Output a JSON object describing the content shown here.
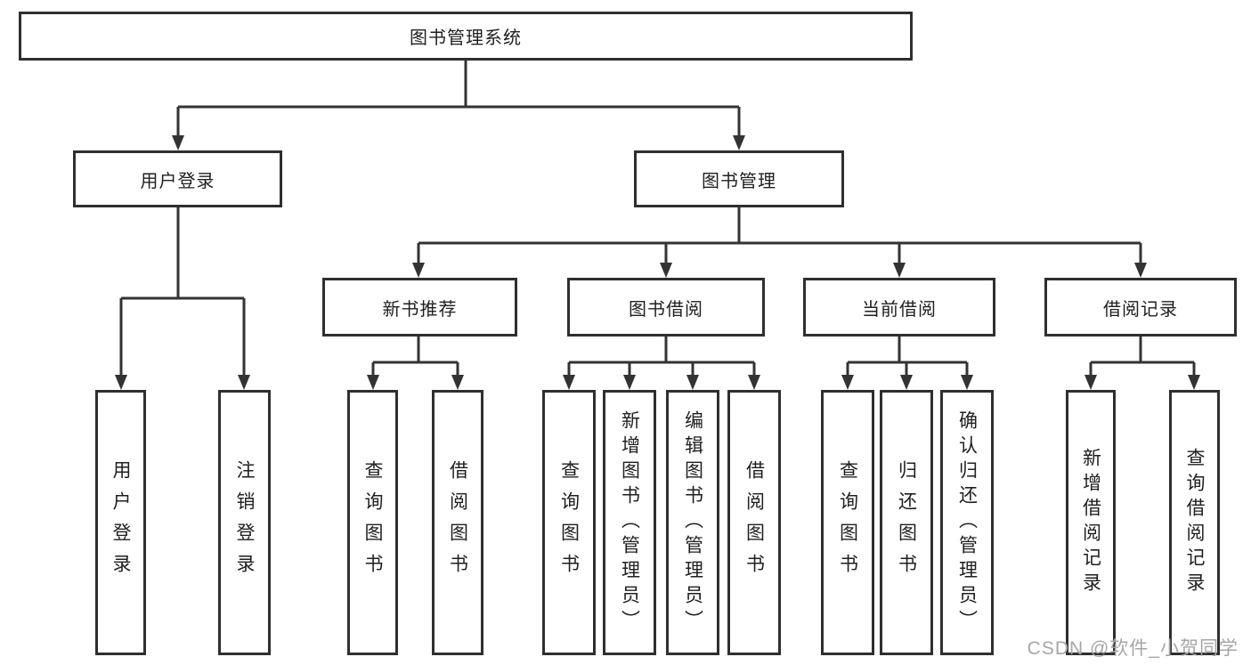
{
  "diagram": {
    "root": {
      "label": "图书管理系统"
    },
    "level2": [
      {
        "label": "用户登录"
      },
      {
        "label": "图书管理"
      }
    ],
    "level3": [
      {
        "label": "新书推荐"
      },
      {
        "label": "图书借阅"
      },
      {
        "label": "当前借阅"
      },
      {
        "label": "借阅记录"
      }
    ],
    "leaves": {
      "user_login": [
        "用户登录",
        "注销登录"
      ],
      "new_book": [
        "查询图书",
        "借阅图书"
      ],
      "book_borrow": [
        "查询图书",
        "新增图书（管理员）",
        "编辑图书（管理员）",
        "借阅图书"
      ],
      "current_borrow": [
        "查询图书",
        "归还图书",
        "确认归还（管理员）"
      ],
      "borrow_record": [
        "新增借阅记录",
        "查询借阅记录"
      ]
    }
  },
  "watermark": {
    "text": "CSDN @软件_小贺同学"
  },
  "colors": {
    "line": "#333333",
    "border": "#2f2f2f",
    "text": "#1f1f1f",
    "background": "#ffffff",
    "watermark": "#a6a6a6"
  }
}
